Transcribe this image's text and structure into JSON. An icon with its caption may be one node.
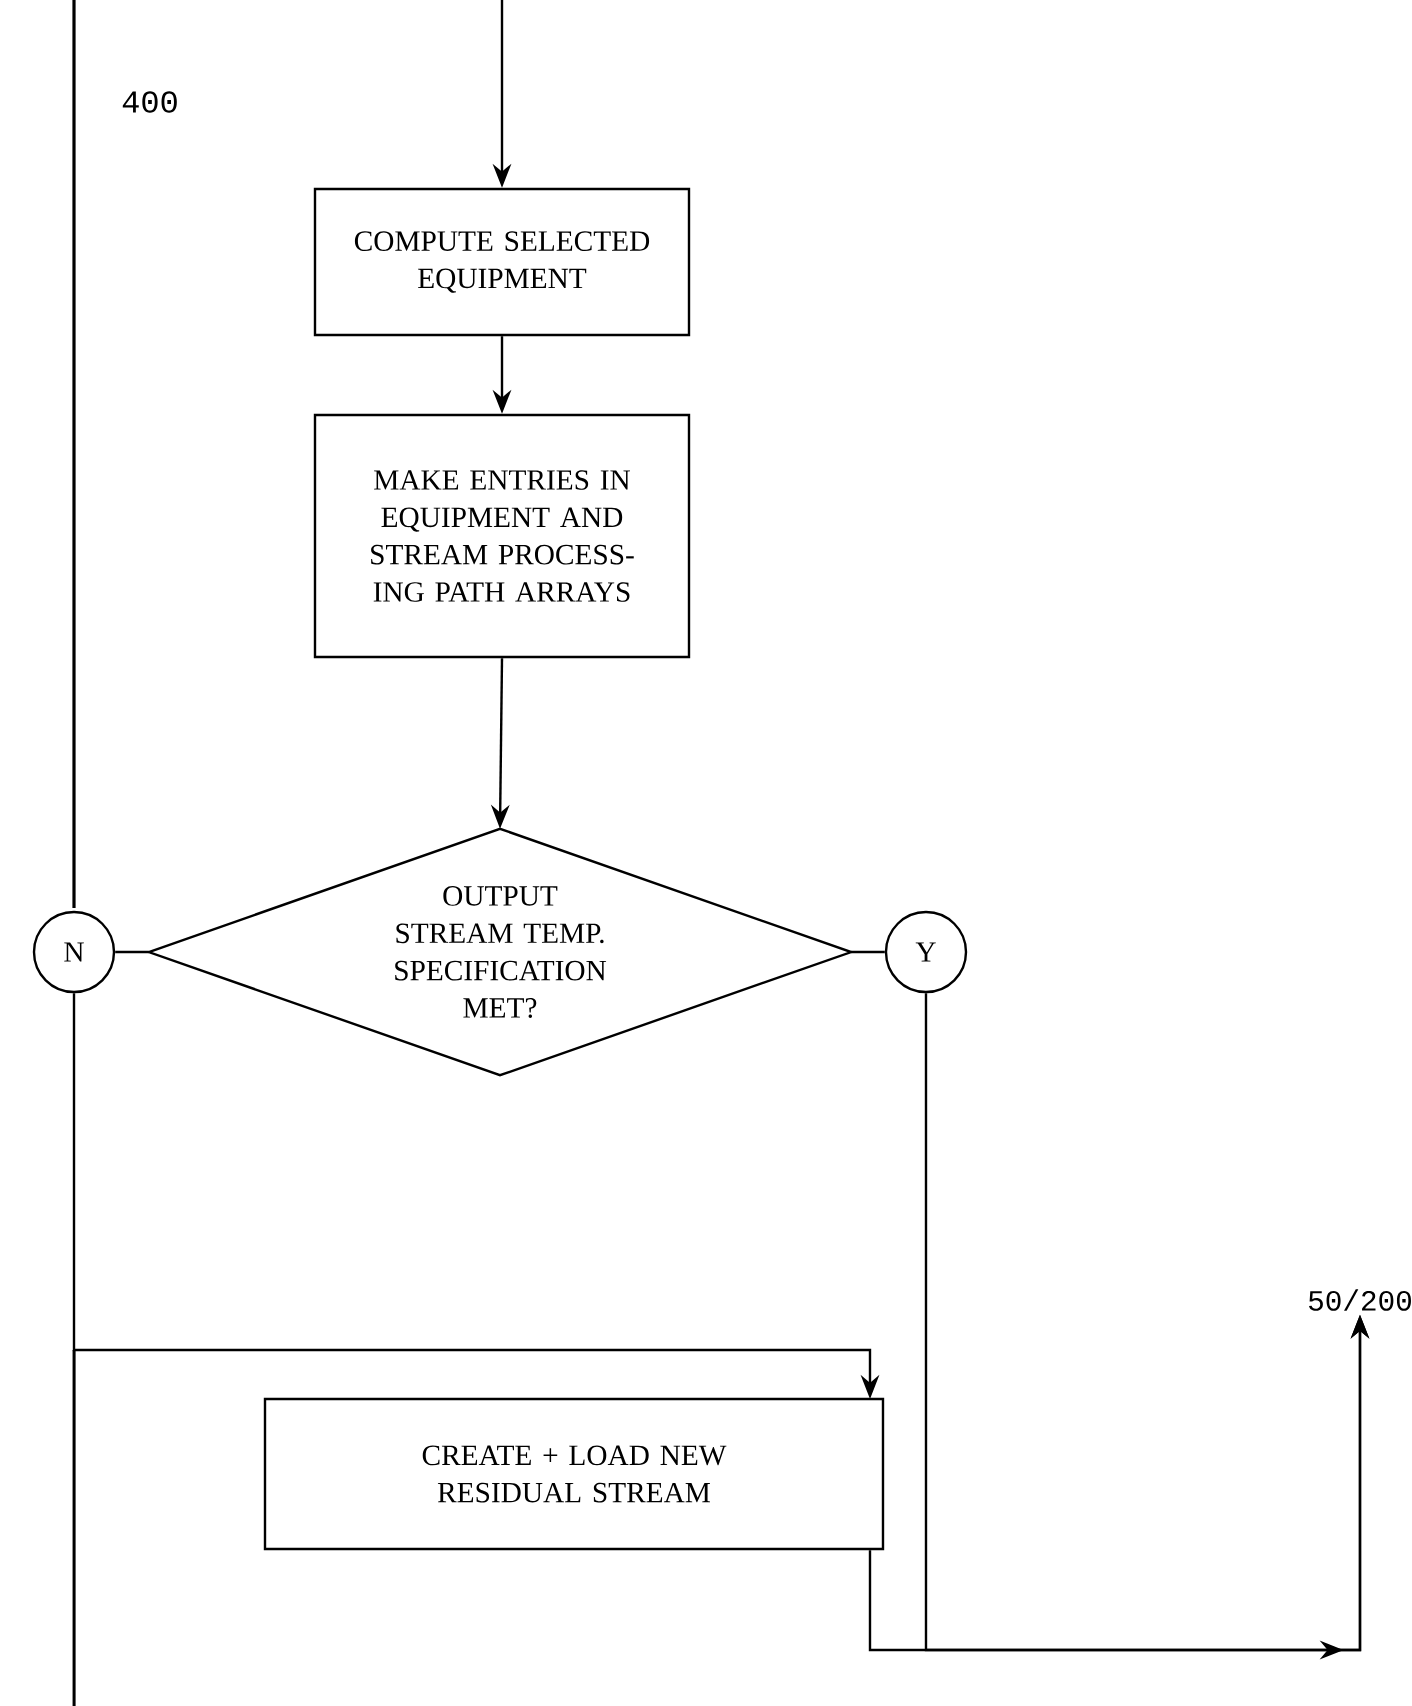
{
  "diagram": {
    "nodes": [
      {
        "text": [
          "COMPUTE SELECTED EQUIPMENT"
        ]
      },
      {
        "text": [
          "MAKE ENTRIES IN EQUIPMENT AND STREAM PROCESS- ING PATH ARRAYS"
        ]
      },
      {
        "text": [
          "OUTPUT STREAM TEMP. SPECIFICATION MET?"
        ]
      },
      {
        "text": [
          "N"
        ]
      },
      {
        "text": [
          "Y"
        ]
      },
      {
        "text": [
          "CREATE + LOAD NEW RESIDUAL STREAM"
        ]
      },
      {
        "text": [
          "50/200"
        ]
      }
    ],
    "edges": [
      {
        "from": null,
        "to": 0,
        "arrow": "to"
      },
      {
        "from": 0,
        "to": 1,
        "arrow": "to"
      },
      {
        "from": 1,
        "to": 2,
        "arrow": "to"
      },
      {
        "from": 2,
        "to": 3,
        "arrow": "none"
      },
      {
        "from": 2,
        "to": 4,
        "arrow": "none"
      },
      {
        "from": 3,
        "to": 5,
        "arrow": "to"
      },
      {
        "from": 5,
        "to": 6,
        "arrow": "to"
      },
      {
        "from": 4,
        "to": 6,
        "arrow": "to"
      }
    ],
    "labels": [
      "400"
    ]
  }
}
